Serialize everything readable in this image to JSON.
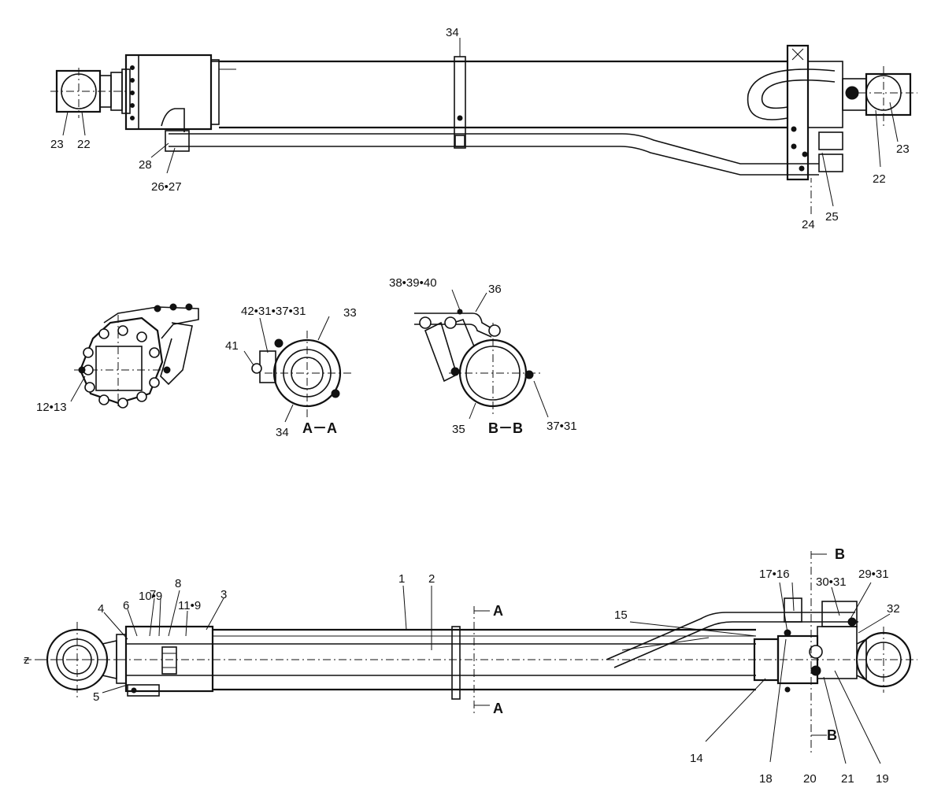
{
  "top_view": {
    "labels": {
      "n34": "34",
      "n23_left": "23",
      "n22_left": "22",
      "n28": "28",
      "n26_27": "26•27",
      "n23_right": "23",
      "n22_right": "22",
      "n24": "24",
      "n25": "25"
    }
  },
  "sections": {
    "end_view": {
      "n12_13": "12•13"
    },
    "section_a": {
      "title": "A－A",
      "n42_31_37_31": "42•31•37•31",
      "n33": "33",
      "n41": "41",
      "n34": "34"
    },
    "section_b": {
      "title": "B－B",
      "n38_39_40": "38•39•40",
      "n36": "36",
      "n35": "35",
      "n37_31": "37•31"
    }
  },
  "bottom_view": {
    "labels": {
      "n1": "1",
      "n2": "2",
      "n3": "3",
      "n4": "4",
      "n5": "5",
      "n6": "6",
      "n7": "7",
      "n8": "8",
      "n10_9": "10•9",
      "n11_9": "11•9",
      "n14": "14",
      "n15": "15",
      "n17_16": "17•16",
      "n18": "18",
      "n19": "19",
      "n20": "20",
      "n21": "21",
      "n29_31": "29•31",
      "n30_31": "30•31",
      "n32": "32",
      "z": "z"
    },
    "cut_a_top": "A",
    "cut_a_bottom": "A",
    "cut_b_top": "B",
    "cut_b_bottom": "B"
  }
}
